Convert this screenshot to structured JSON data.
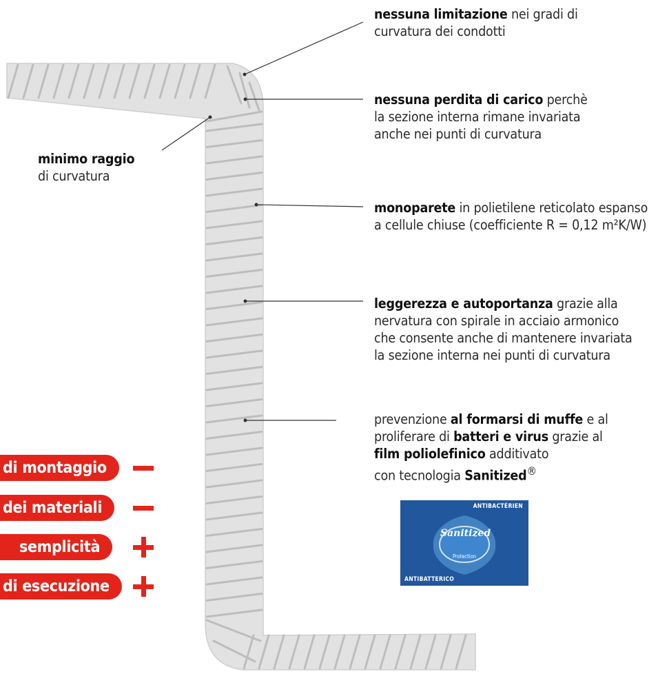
{
  "callouts": {
    "c1": {
      "bold": "nessuna limitazione",
      "rest1": " nei gradi di",
      "line2": "curvatura dei condotti"
    },
    "c2": {
      "bold": "nessuna perdita di carico",
      "rest1": " perchè",
      "line2": "la sezione interna rimane invariata",
      "line3": "anche nei punti di curvatura"
    },
    "c3": {
      "bold": "monoparete",
      "rest1": " in polietilene reticolato espanso",
      "line2": "a cellule chiuse (coefficiente R = 0,12 m²K/W)"
    },
    "c4": {
      "bold": "leggerezza e autoportanza",
      "rest1": " grazie alla",
      "line2": "nervatura con spirale in acciaio armonico",
      "line3": "che consente anche di mantenere invariata",
      "line4": "la sezione interna nei punti di curvatura"
    },
    "c5": {
      "pre": "prevenzione ",
      "bold1": "al formarsi di muffe",
      "mid1": " e al",
      "line2a": "proliferare di ",
      "bold2": "batteri e virus",
      "line2b": " grazie al",
      "bold3": "film poliolefinico",
      "line3b": " additivato",
      "line4a": "con tecnologia ",
      "bold4": "Sanitized",
      "reg": "®"
    },
    "left": {
      "bold": "minimo raggio",
      "line2": "di curvatura"
    }
  },
  "pills": [
    {
      "label": "di montaggio",
      "sign": "minus"
    },
    {
      "label": "dei materiali",
      "sign": "minus"
    },
    {
      "label": "semplicità",
      "sign": "plus"
    },
    {
      "label": "di esecuzione",
      "sign": "plus"
    }
  ],
  "badge": {
    "top_text": "ANTIBACTÉRIEN",
    "bottom_text": "ANTIBATTERICO",
    "logo_text": "Sanitized",
    "sub_text": "Protection"
  },
  "colors": {
    "accent_red": "#e3241b",
    "duct_fill": "#e2e2e2",
    "duct_rib": "#bdbdbd",
    "badge_blue": "#21579c"
  }
}
